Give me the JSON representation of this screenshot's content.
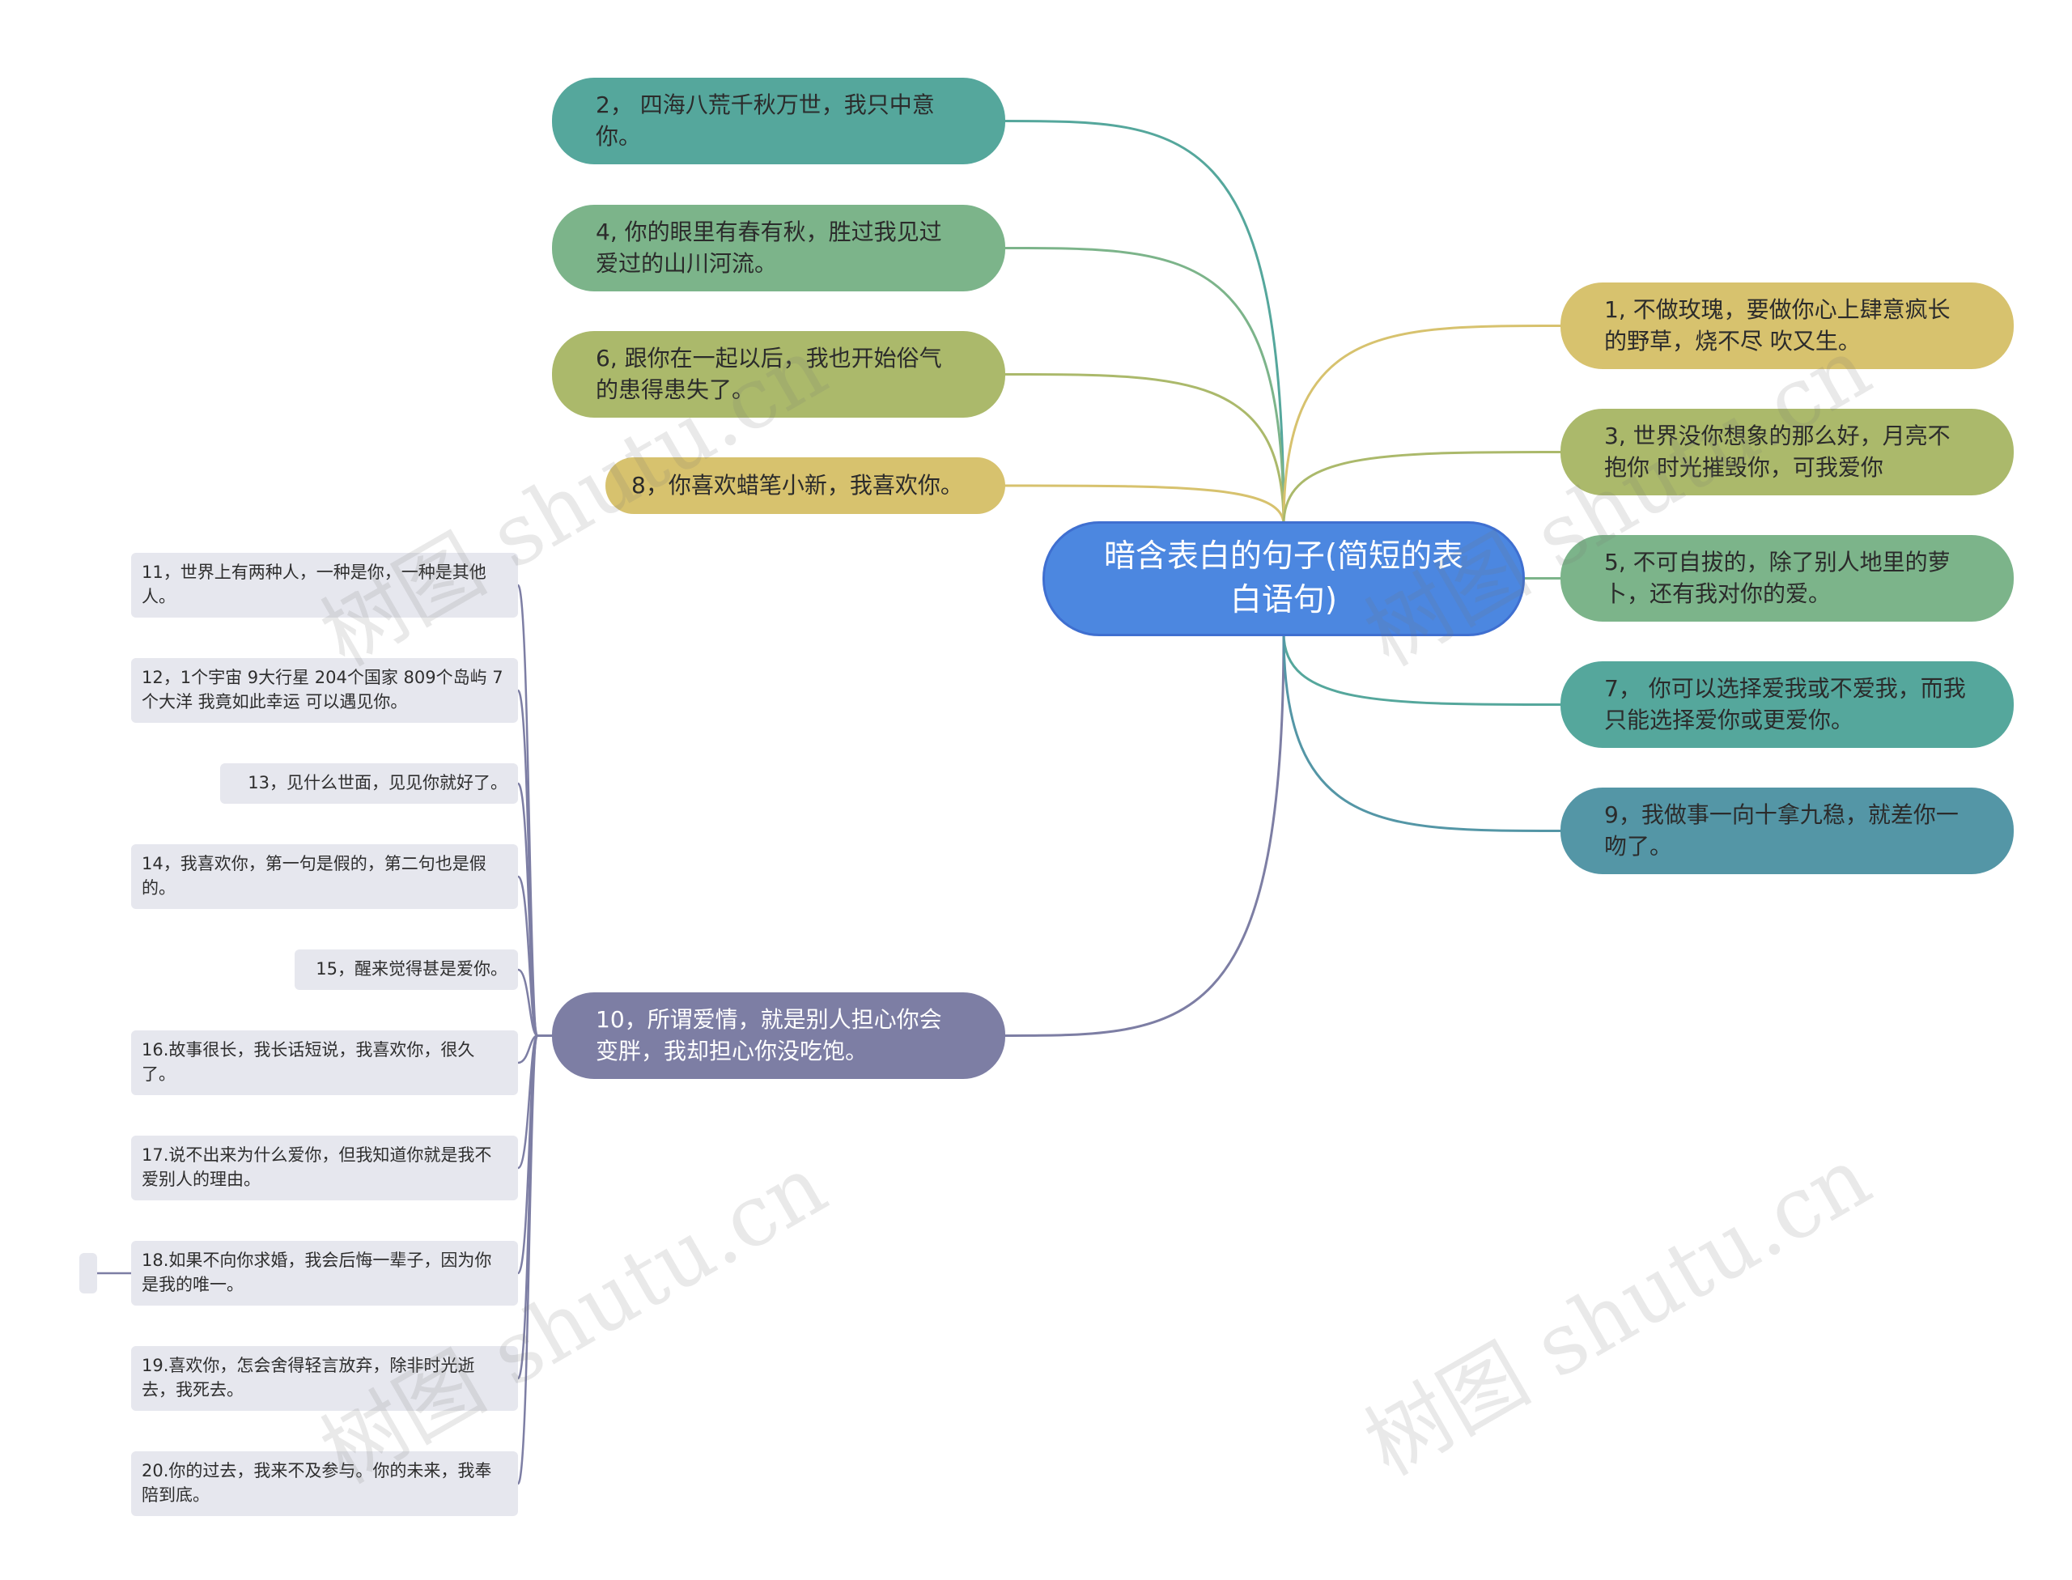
{
  "root": {
    "text": "暗含表白的句子(简短的表白语句)",
    "color": "#4c87e0"
  },
  "left_branches": [
    {
      "id": "b2",
      "text": "2， 四海八荒千秋万世，我只中意你。",
      "color": "#55a79c"
    },
    {
      "id": "b4",
      "text": "4, 你的眼里有春有秋，胜过我见过爱过的山川河流。",
      "color": "#7cb48a"
    },
    {
      "id": "b6",
      "text": "6, 跟你在一起以后，我也开始俗气的患得患失了。",
      "color": "#abb96b"
    },
    {
      "id": "b8",
      "text": "8，你喜欢蜡笔小新，我喜欢你。",
      "color": "#d7c26e"
    },
    {
      "id": "b10",
      "text": "10，所谓爱情，就是别人担心你会变胖，我却担心你没吃饱。",
      "color": "#7d7ea4"
    }
  ],
  "right_branches": [
    {
      "id": "b1",
      "text": "1, 不做玫瑰，要做你心上肆意疯长的野草，烧不尽 吹又生。",
      "color": "#d7c26e"
    },
    {
      "id": "b3",
      "text": "3, 世界没你想象的那么好，月亮不抱你 时光摧毁你，可我爱你",
      "color": "#abb96b"
    },
    {
      "id": "b5",
      "text": "5, 不可自拔的，除了别人地里的萝卜，还有我对你的爱。",
      "color": "#7cb48a"
    },
    {
      "id": "b7",
      "text": "7， 你可以选择爱我或不爱我，而我只能选择爱你或更爱你。",
      "color": "#55a79c"
    },
    {
      "id": "b9",
      "text": "9，我做事一向十拿九稳，就差你一吻了。",
      "color": "#5496a6"
    }
  ],
  "sub_items": [
    "11，世界上有两种人，一种是你，一种是其他人。",
    "12，1个宇宙 9大行星 204个国家 809个岛屿 7个大洋 我竟如此幸运 可以遇见你。",
    "13，见什么世面，见见你就好了。",
    "14，我喜欢你，第一句是假的，第二句也是假的。",
    "15，醒来觉得甚是爱你。",
    "16.故事很长，我长话短说，我喜欢你，很久了。",
    "17.说不出来为什么爱你，但我知道你就是我不爱别人的理由。",
    "18.如果不向你求婚，我会后悔一辈子，因为你是我的唯一。",
    "19.喜欢你，怎会舍得轻言放弃，除非时光逝去，我死去。",
    "20.你的过去，我来不及参与。你的未来，我奉陪到底。"
  ],
  "sub_link_color": "#7d7ea4",
  "watermark": "树图 shutu.cn"
}
